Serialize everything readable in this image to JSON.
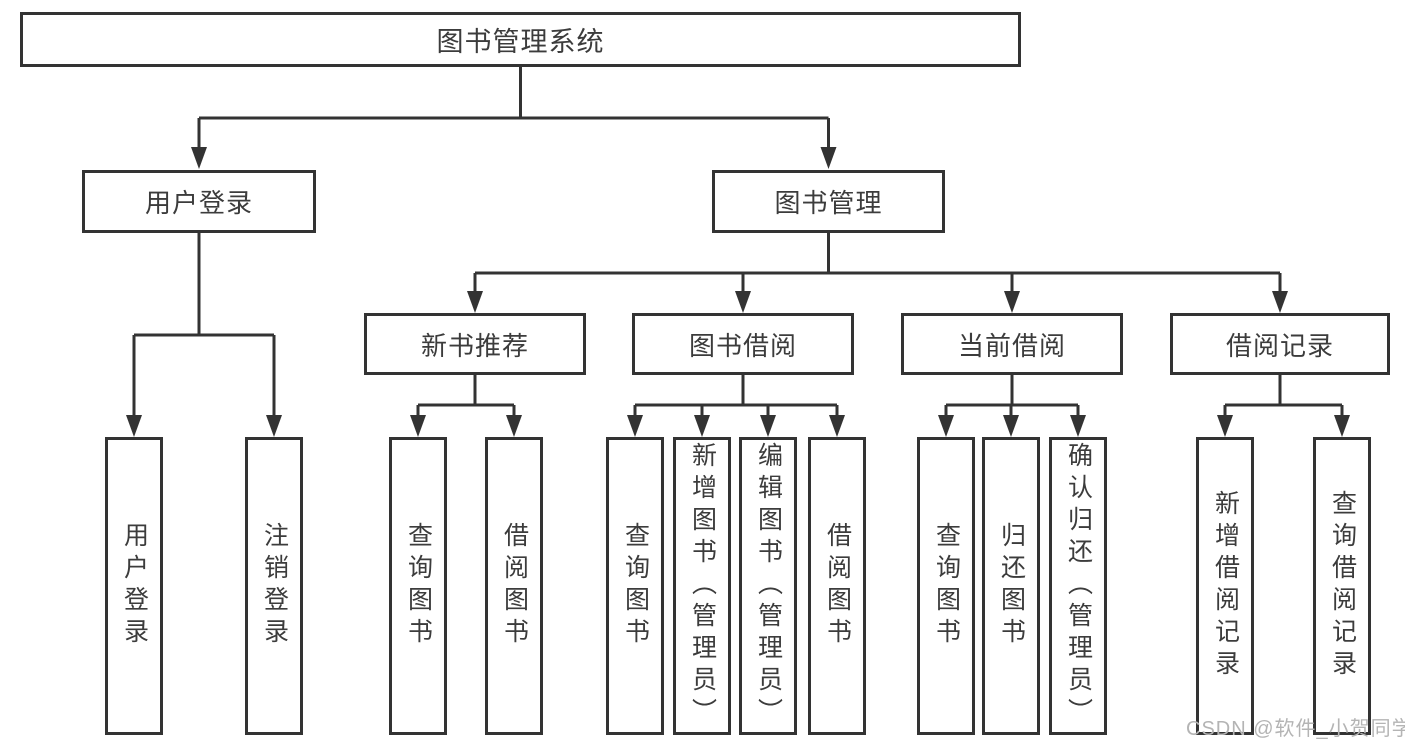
{
  "nodes": {
    "root": {
      "label": "图书管理系统"
    },
    "user_login": {
      "label": "用户登录"
    },
    "book_mgmt": {
      "label": "图书管理"
    },
    "new_book_rec": {
      "label": "新书推荐"
    },
    "book_borrow": {
      "label": "图书借阅"
    },
    "current_borrow": {
      "label": "当前借阅"
    },
    "borrow_record": {
      "label": "借阅记录"
    }
  },
  "leaves": {
    "user": [
      {
        "label": "用户登录"
      },
      {
        "label": "注销登录"
      }
    ],
    "recommend": [
      {
        "label": "查询图书"
      },
      {
        "label": "借阅图书"
      }
    ],
    "borrow": [
      {
        "label": "查询图书"
      },
      {
        "label": "新增图书（管理员）"
      },
      {
        "label": "编辑图书（管理员）"
      },
      {
        "label": "借阅图书"
      }
    ],
    "current": [
      {
        "label": "查询图书"
      },
      {
        "label": "归还图书"
      },
      {
        "label": "确认归还（管理员）"
      }
    ],
    "records": [
      {
        "label": "新增借阅记录"
      },
      {
        "label": "查询借阅记录"
      }
    ]
  },
  "hierarchy": {
    "图书管理系统": [
      "用户登录",
      "图书管理"
    ],
    "用户登录": [
      "用户登录",
      "注销登录"
    ],
    "图书管理": [
      "新书推荐",
      "图书借阅",
      "当前借阅",
      "借阅记录"
    ],
    "新书推荐": [
      "查询图书",
      "借阅图书"
    ],
    "图书借阅": [
      "查询图书",
      "新增图书（管理员）",
      "编辑图书（管理员）",
      "借阅图书"
    ],
    "当前借阅": [
      "查询图书",
      "归还图书",
      "确认归还（管理员）"
    ],
    "借阅记录": [
      "新增借阅记录",
      "查询借阅记录"
    ]
  },
  "watermark": "CSDN @软件_小贺同学",
  "colors": {
    "line": "#333333",
    "border": "#333333",
    "text": "#3c3c3c",
    "watermark": "#b4b4b4",
    "background": "#ffffff"
  }
}
